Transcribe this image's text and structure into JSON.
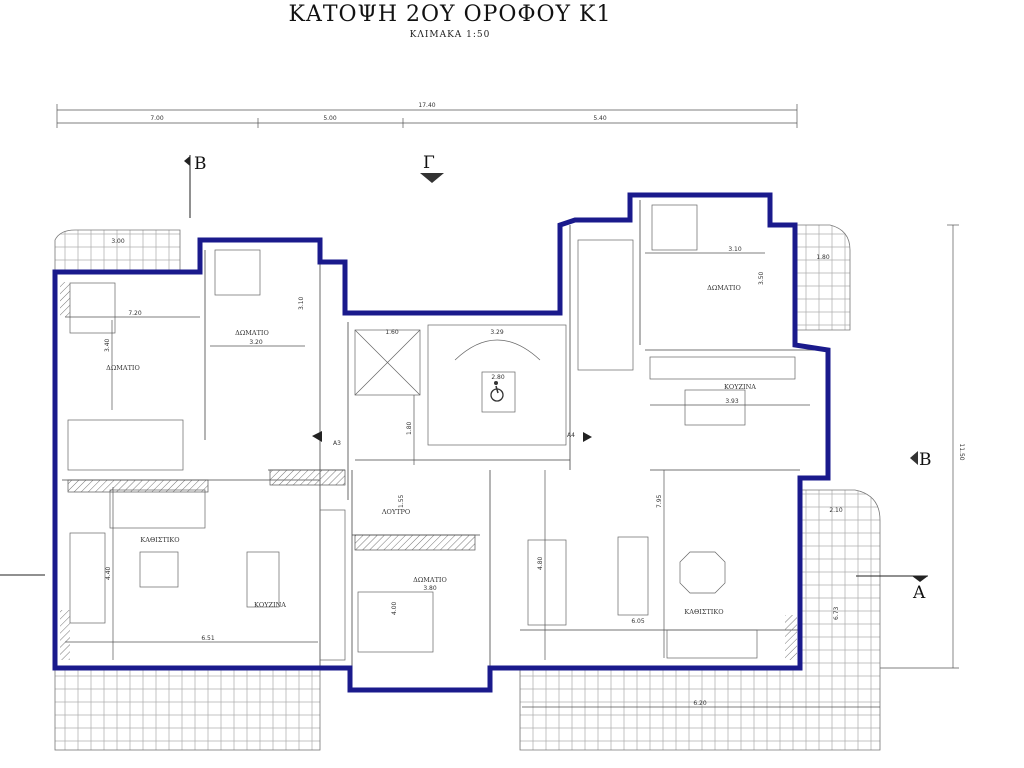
{
  "header": {
    "title": "ΚΑΤΟΨΗ 2ΟΥ ΟΡΟΦΟΥ Κ1",
    "scale": "ΚΛΙΜΑΚΑ 1:50"
  },
  "dimensions": {
    "overall_width": "17.40",
    "segments": [
      "7.00",
      "5.00",
      "5.40"
    ],
    "overall_depth": "11.50",
    "left_bedroom_w": "7.20",
    "left_bedroom_h": "3.40",
    "mid_bedroom_w": "3.20",
    "mid_bedroom_h": "3.10",
    "stair_a": "1.60",
    "stair_b": "3.29",
    "stair_c": "2.80",
    "stair_d": "1.80",
    "right_bedroom_w": "3.10",
    "right_bedroom_h": "3.50",
    "kitchen_w": "3.93",
    "living_left_w": "6.51",
    "living_left_h": "4.40",
    "bath_h": "1.55",
    "bottom_bedroom_w": "3.80",
    "bottom_bedroom_h": "4.00",
    "living_right_w": "6.05",
    "living_right_h": "7.95",
    "dining_h": "4.80",
    "terrace_right_w": "2.10",
    "terrace_right_h": "6.73",
    "terrace_bottom_w": "6.20",
    "terrace_topleft_w": "3.00",
    "terrace_topright_w": "1.80"
  },
  "sections": {
    "b_top": "B",
    "gamma": "Γ",
    "b_right": "B",
    "a_right": "A",
    "a3": "A3",
    "a4": "A4"
  },
  "rooms": {
    "bedroom_top_left": "ΔΩΜΑΤΙΟ",
    "bedroom_top_mid": "ΔΩΜΑΤΙΟ",
    "bedroom_top_right": "ΔΩΜΑΤΙΟ",
    "bedroom_bottom": "ΔΩΜΑΤΙΟ",
    "bathroom": "ΛΟΥΤΡΟ",
    "kitchen_left": "ΚΟΥΖΙΝΑ",
    "kitchen_right": "ΚΟΥΖΙΝΑ",
    "living_left": "ΚΑΘΙΣΤΙΚΟ",
    "living_right": "ΚΑΘΙΣΤΙΚΟ"
  },
  "colors": {
    "exterior_wall": "#1a1a8c",
    "lines": "#444444"
  },
  "icons": [
    "wheelchair-icon",
    "section-arrow-icon"
  ]
}
